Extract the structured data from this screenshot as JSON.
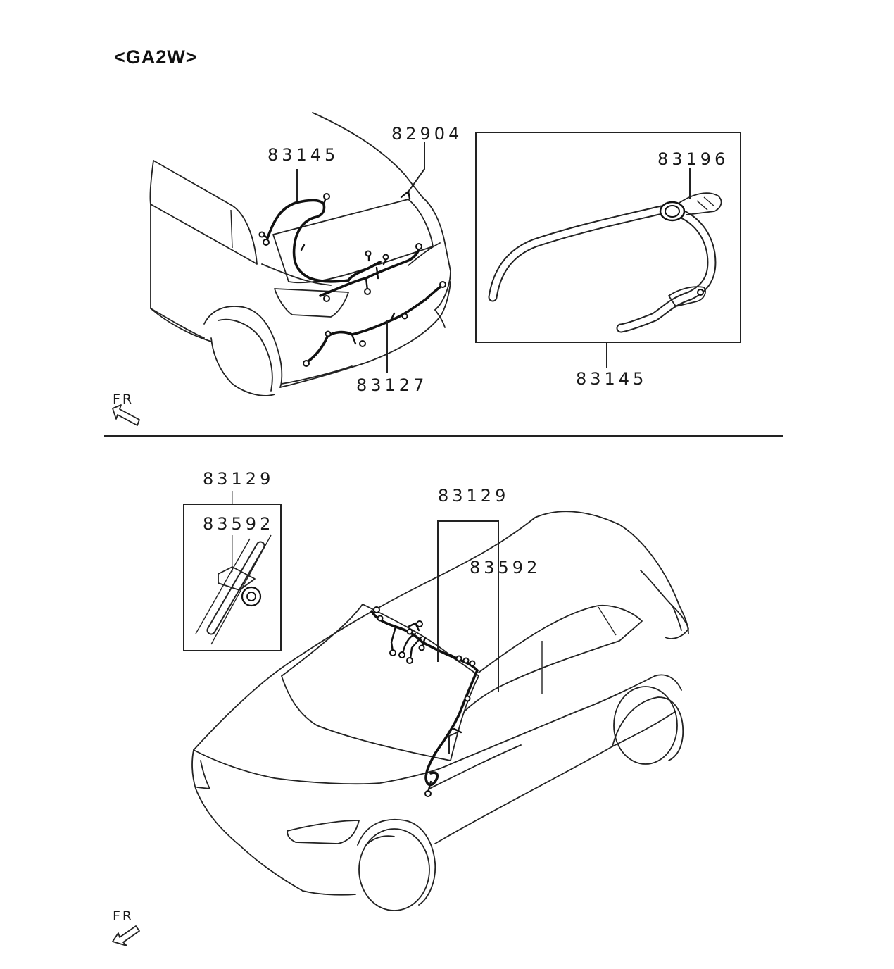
{
  "title": "<GA2W>",
  "labels": {
    "top_82904": "82904",
    "top_83145_left": "83145",
    "top_83127": "83127",
    "top_83196": "83196",
    "top_83145_right": "83145",
    "bottom_83129_left": "83129",
    "bottom_83592_left": "83592",
    "bottom_83129_right": "83129",
    "bottom_83592_right": "83592"
  },
  "direction": {
    "top": "FR",
    "bottom": "FR"
  }
}
